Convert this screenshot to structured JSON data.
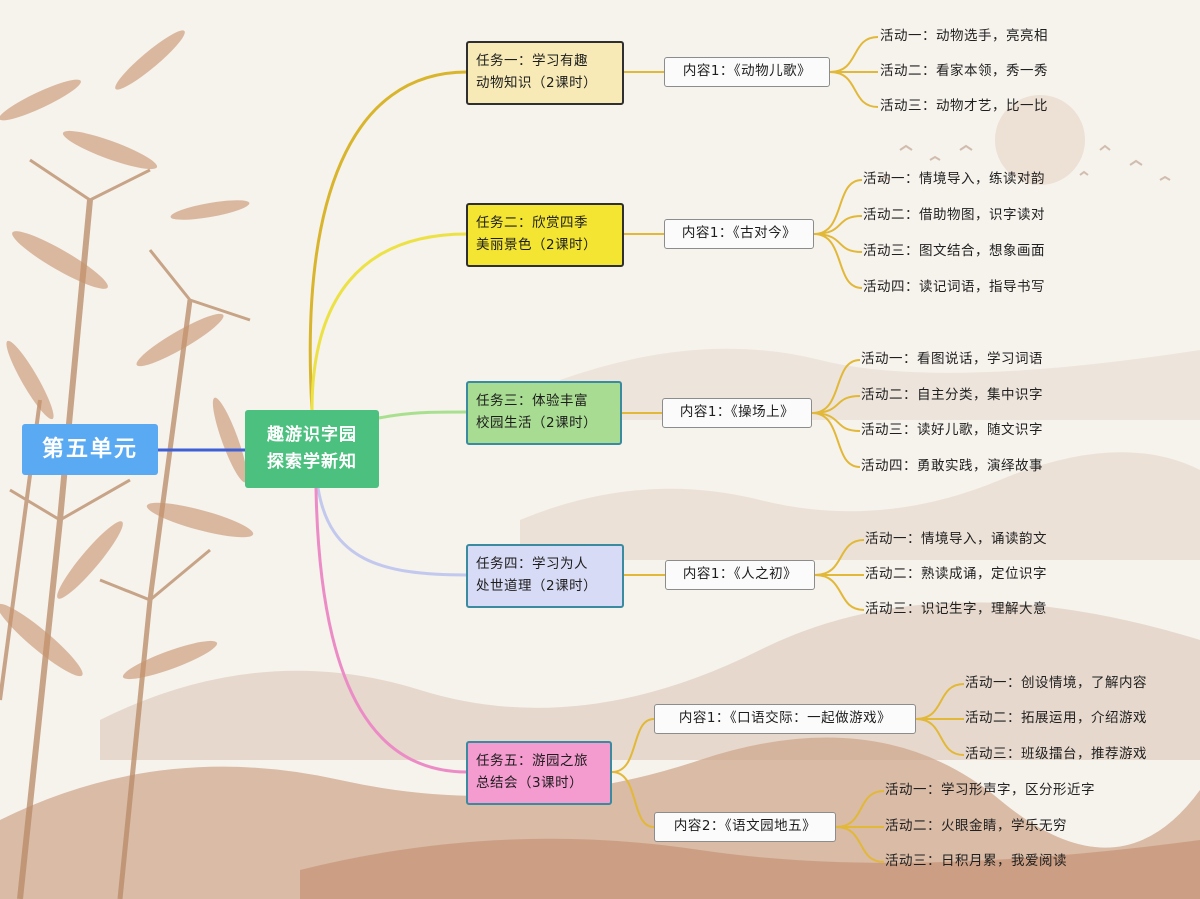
{
  "colors": {
    "root": "#59a9f3",
    "center": "#4cc07f",
    "link_root": "#3f5fd6",
    "link_task1": "#d8b52c",
    "link_task2": "#ece245",
    "link_task3": "#a9e08f",
    "link_task4": "#c3c8ee",
    "link_task5": "#ec8cc6",
    "sub_links": "#e2b838",
    "task1_fill": "#f7eab6",
    "task2_fill": "#f3e532",
    "task3_fill": "#a8dc92",
    "task4_fill": "#d8dbf6",
    "task5_fill": "#f49bcf",
    "task_border_1": "#2f2f2f",
    "task_border_2": "#2f2f2f",
    "task_border_3": "#3a8aa0",
    "task_border_4": "#3a8aa0",
    "task_border_5": "#3a8aa0"
  },
  "mindmap": {
    "root": "第五单元",
    "center": "趣游识字园\n探索学新知",
    "tasks": [
      {
        "label": "任务一：学习有趣\n动物知识（2课时）",
        "contents": [
          {
            "label": "内容1：《动物儿歌》",
            "activities": [
              "活动一：动物选手，亮亮相",
              "活动二：看家本领，秀一秀",
              "活动三：动物才艺，比一比"
            ]
          }
        ]
      },
      {
        "label": "任务二：欣赏四季\n美丽景色（2课时）",
        "contents": [
          {
            "label": "内容1：《古对今》",
            "activities": [
              "活动一：情境导入，练读对韵",
              "活动二：借助物图，识字读对",
              "活动三：图文结合，想象画面",
              "活动四：读记词语，指导书写"
            ]
          }
        ]
      },
      {
        "label": "任务三：体验丰富\n校园生活（2课时）",
        "contents": [
          {
            "label": "内容1：《操场上》",
            "activities": [
              "活动一：看图说话，学习词语",
              "活动二：自主分类，集中识字",
              "活动三：读好儿歌，随文识字",
              "活动四：勇敢实践，演绎故事"
            ]
          }
        ]
      },
      {
        "label": "任务四：学习为人\n处世道理（2课时）",
        "contents": [
          {
            "label": "内容1：《人之初》",
            "activities": [
              "活动一：情境导入，诵读韵文",
              "活动二：熟读成诵，定位识字",
              "活动三：识记生字，理解大意"
            ]
          }
        ]
      },
      {
        "label": "任务五：游园之旅\n总结会（3课时）",
        "contents": [
          {
            "label": "内容1：《口语交际：一起做游戏》",
            "activities": [
              "活动一：创设情境，了解内容",
              "活动二：拓展运用，介绍游戏",
              "活动三：班级擂台，推荐游戏"
            ]
          },
          {
            "label": "内容2：《语文园地五》",
            "activities": [
              "活动一：学习形声字，区分形近字",
              "活动二：火眼金睛，学乐无穷",
              "活动三：日积月累，我爱阅读"
            ]
          }
        ]
      }
    ]
  }
}
